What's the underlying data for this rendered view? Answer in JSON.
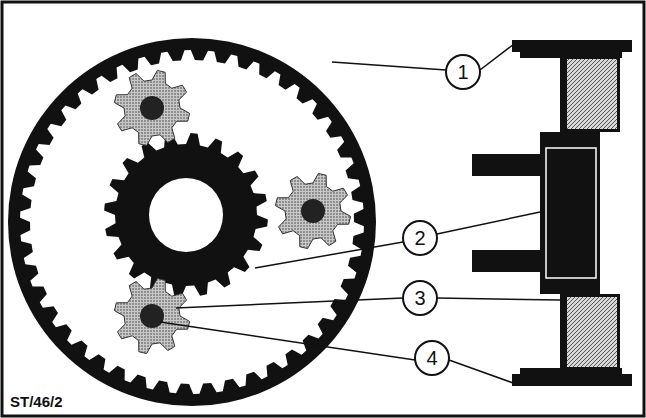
{
  "diagram": {
    "labels": [
      "1",
      "2",
      "3",
      "4",
      "ST/46/2"
    ]
  }
}
